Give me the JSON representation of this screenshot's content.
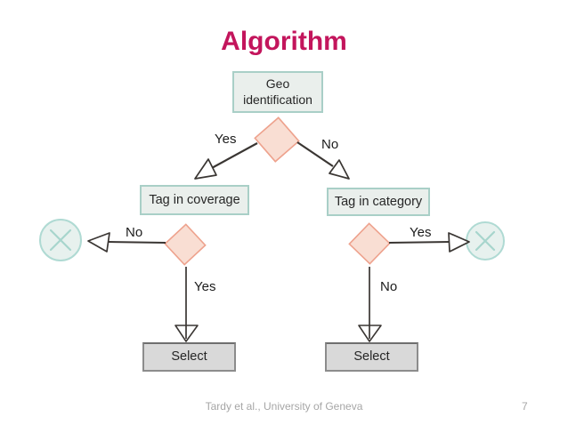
{
  "slide": {
    "title": "Algorithm",
    "footer_credit": "Tardy et al., University of Geneva",
    "footer_page": "7"
  },
  "flowchart": {
    "geo_label": "Geo identification",
    "coverage_label": "Tag in coverage",
    "category_label": "Tag in category",
    "select_left_label": "Select",
    "select_right_label": "Select",
    "branch_top_yes": "Yes",
    "branch_top_no": "No",
    "branch_left_no": "No",
    "branch_left_yes": "Yes",
    "branch_right_yes": "Yes",
    "branch_right_no": "No",
    "icons": {
      "left_terminal": "circle-x-icon",
      "right_terminal": "circle-x-icon"
    },
    "colors": {
      "title": "#C3155C",
      "process_box_fill": "#EAEFEC",
      "process_box_border": "#A9CFC7",
      "decision_fill": "#F9DED3",
      "decision_border": "#EEA28D",
      "terminal_fill": "#E7F1EE",
      "terminal_border": "#AFDAD3",
      "terminal_x": "#A7D5CD",
      "select_fill": "#D9D9D9",
      "select_border": "#7F7F7F",
      "arrow": "#3A3633",
      "footer_text": "#A6A6A6"
    }
  }
}
